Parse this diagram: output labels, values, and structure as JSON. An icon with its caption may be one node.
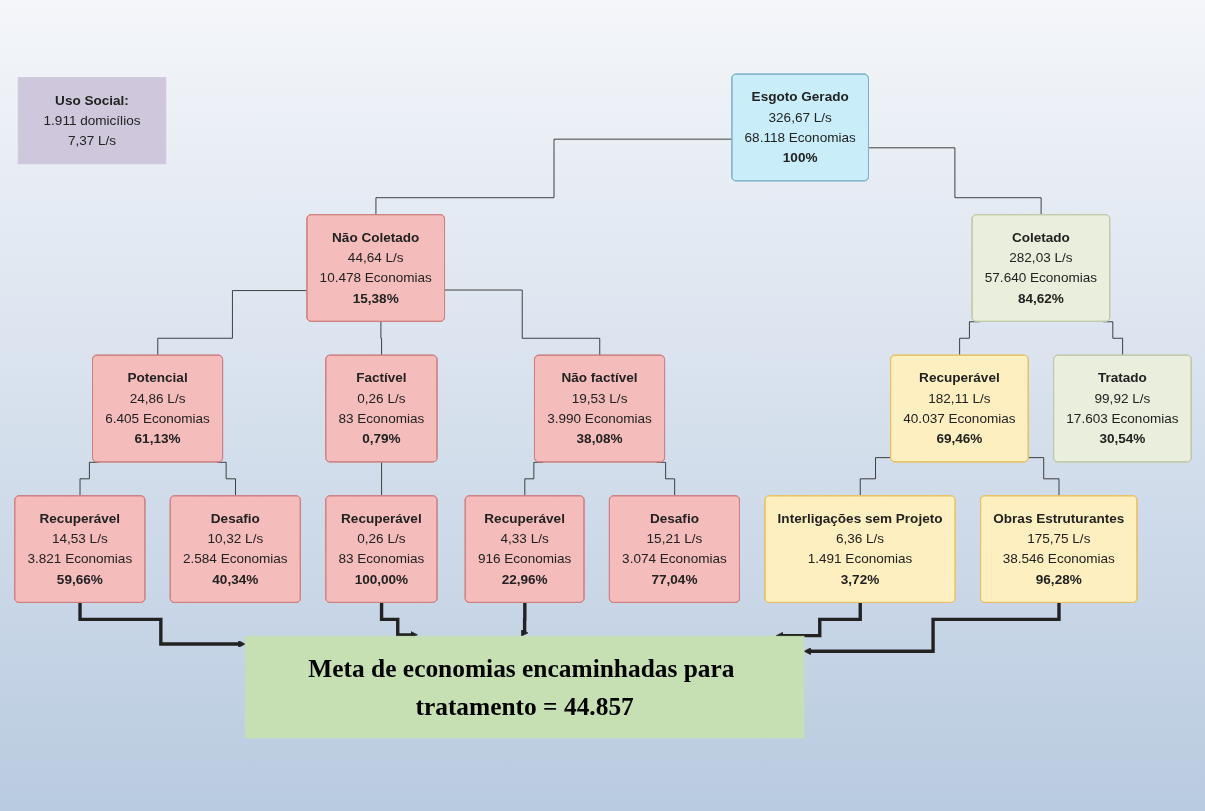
{
  "diagram": {
    "nodes": [
      {
        "text": [
          "Uso Social:",
          "1.911 domicílios",
          "7,37 L/s"
        ]
      },
      {
        "text": [
          "Esgoto Gerado",
          "326,67 L/s",
          "68.118 Economias",
          "100%"
        ]
      },
      {
        "text": [
          "Não Coletado",
          "44,64 L/s",
          "10.478 Economias",
          "15,38%"
        ]
      },
      {
        "text": [
          "Coletado",
          "282,03 L/s",
          "57.640 Economias",
          "84,62%"
        ]
      },
      {
        "text": [
          "Potencial",
          "24,86 L/s",
          "6.405 Economias",
          "61,13%"
        ]
      },
      {
        "text": [
          "Factível",
          "0,26 L/s",
          "83 Economias",
          "0,79%"
        ]
      },
      {
        "text": [
          "Não factível",
          "19,53 L/s",
          "3.990 Economias",
          "38,08%"
        ]
      },
      {
        "text": [
          "Recuperável",
          "182,11 L/s",
          "40.037 Economias",
          "69,46%"
        ]
      },
      {
        "text": [
          "Tratado",
          "99,92 L/s",
          "17.603 Economias",
          "30,54%"
        ]
      },
      {
        "text": [
          "Recuperável",
          "14,53 L/s",
          "3.821 Economias",
          "59,66%"
        ]
      },
      {
        "text": [
          "Desafio",
          "10,32 L/s",
          "2.584 Economias",
          "40,34%"
        ]
      },
      {
        "text": [
          "Recuperável",
          "0,26 L/s",
          "83 Economias",
          "100,00%"
        ]
      },
      {
        "text": [
          "Recuperável",
          "4,33 L/s",
          "916 Economias",
          "22,96%"
        ]
      },
      {
        "text": [
          "Desafio",
          "15,21 L/s",
          "3.074 Economias",
          "77,04%"
        ]
      },
      {
        "text": [
          "Interligações sem Projeto",
          "6,36 L/s",
          "1.491 Economias",
          "3,72%"
        ]
      },
      {
        "text": [
          "Obras Estruturantes",
          "175,75 L/s",
          "38.546 Economias",
          "96,28%"
        ]
      },
      {
        "text": [
          "Meta de economias encaminhadas para tratamento = 44.857"
        ]
      }
    ],
    "edges": [
      {
        "from": 1,
        "to": 2,
        "arrow": "none"
      },
      {
        "from": 1,
        "to": 3,
        "arrow": "none"
      },
      {
        "from": 2,
        "to": 4,
        "arrow": "none"
      },
      {
        "from": 2,
        "to": 5,
        "arrow": "none"
      },
      {
        "from": 2,
        "to": 6,
        "arrow": "none"
      },
      {
        "from": 3,
        "to": 7,
        "arrow": "none"
      },
      {
        "from": 3,
        "to": 8,
        "arrow": "none"
      },
      {
        "from": 4,
        "to": 9,
        "arrow": "none"
      },
      {
        "from": 4,
        "to": 10,
        "arrow": "none"
      },
      {
        "from": 5,
        "to": 11,
        "arrow": "none"
      },
      {
        "from": 6,
        "to": 12,
        "arrow": "none"
      },
      {
        "from": 6,
        "to": 13,
        "arrow": "none"
      },
      {
        "from": 7,
        "to": 14,
        "arrow": "none"
      },
      {
        "from": 7,
        "to": 15,
        "arrow": "none"
      },
      {
        "from": 9,
        "to": 16,
        "arrow": "to",
        "style": "thick"
      },
      {
        "from": 11,
        "to": 16,
        "arrow": "to",
        "style": "thick"
      },
      {
        "from": 12,
        "to": 16,
        "arrow": "to",
        "style": "thick"
      },
      {
        "from": 14,
        "to": 16,
        "arrow": "to",
        "style": "thick"
      },
      {
        "from": 15,
        "to": 16,
        "arrow": "to",
        "style": "thick"
      }
    ]
  }
}
